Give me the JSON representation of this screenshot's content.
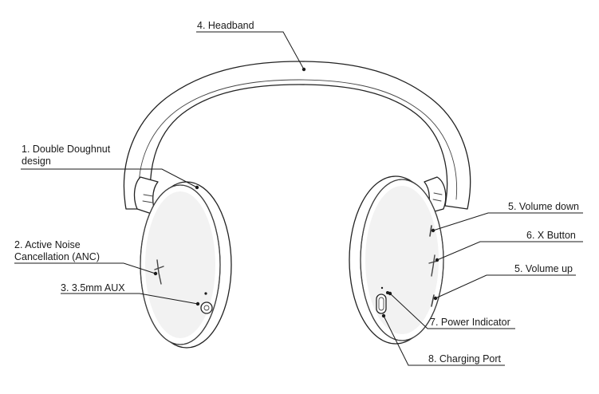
{
  "labels": {
    "headband": "4. Headband",
    "double_doughnut": "1. Double Doughnut\ndesign",
    "anc": "2. Active Noise\nCancellation (ANC)",
    "aux": "3. 3.5mm AUX",
    "volume_down": "5. Volume down",
    "x_button": "6. X Button",
    "volume_up": "5. Volume up",
    "power_indicator": "7. Power Indicator",
    "charging_port": "8. Charging Port"
  }
}
